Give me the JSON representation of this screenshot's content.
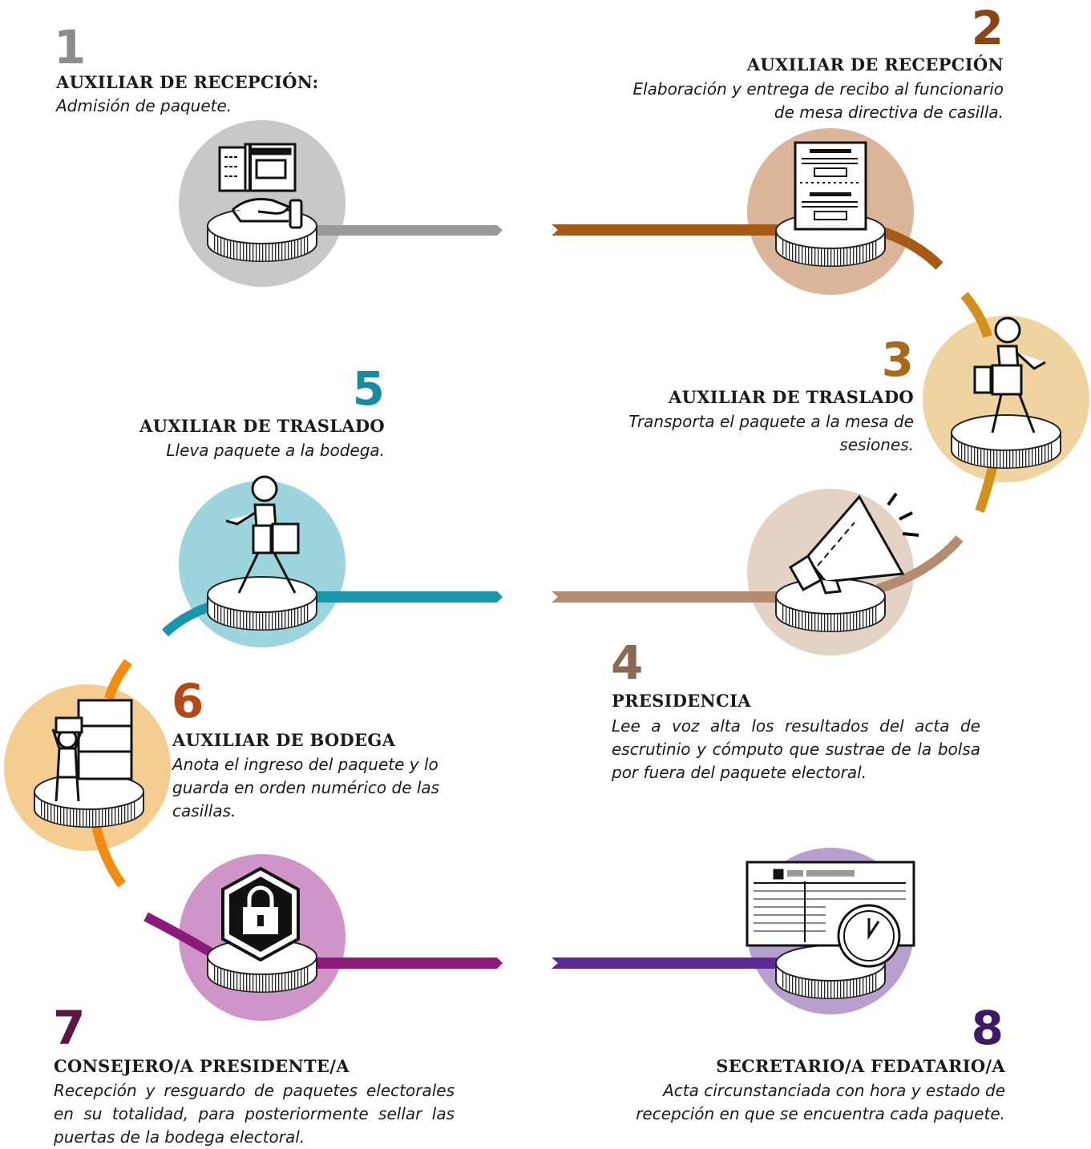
{
  "colors": {
    "step1": "#8c8c8c",
    "step2": "#8b4513",
    "step3": "#a86a1a",
    "step4": "#8a6a52",
    "step5": "#1a8aa0",
    "step6": "#b4481a",
    "step7": "#5e1745",
    "step8": "#3b1a6a"
  },
  "steps": [
    {
      "number": "1",
      "role": "AUXILIAR DE RECEPCIÓN:",
      "description": "Admisión de paquete.",
      "icon": "hand-receiving-package-icon"
    },
    {
      "number": "2",
      "role": "AUXILIAR DE RECEPCIÓN",
      "description": "Elaboración y entrega de recibo al funcionario de mesa directiva de casilla.",
      "icon": "receipt-document-icon"
    },
    {
      "number": "3",
      "role": "AUXILIAR DE TRASLADO",
      "description": "Transporta el paquete a la mesa de sesiones.",
      "icon": "walking-person-icon"
    },
    {
      "number": "4",
      "role": "PRESIDENCIA",
      "description": "Lee a voz alta los resultados del acta de escrutinio y cómputo que sustrae de la bolsa por fuera del paquete electoral.",
      "icon": "megaphone-icon"
    },
    {
      "number": "5",
      "role": "AUXILIAR DE TRASLADO",
      "description": "Lleva paquete a la bodega.",
      "icon": "walking-person-icon"
    },
    {
      "number": "6",
      "role": "AUXILIAR DE BODEGA",
      "description": "Anota el ingreso del paquete y lo guarda en orden numérico de las casillas.",
      "icon": "person-shelf-icon"
    },
    {
      "number": "7",
      "role": "CONSEJERO/A PRESIDENTE/A",
      "description": "Recepción y resguardo de paquetes electorales en su totalidad, para posteriormente sellar las puertas de la bodega electoral.",
      "icon": "padlock-cube-icon"
    },
    {
      "number": "8",
      "role": "SECRETARIO/A FEDATARIO/A",
      "description": "Acta circunstanciada con hora y estado de recepción en que se encuentra cada paquete.",
      "icon": "document-clock-icon"
    }
  ]
}
